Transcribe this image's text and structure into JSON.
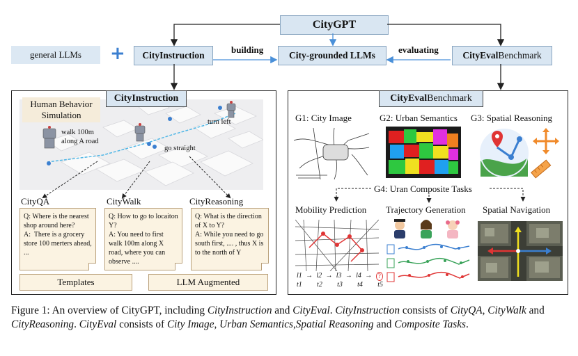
{
  "top": {
    "citygpt": "CityGPT",
    "general_llms": "general LLMs",
    "plus": "+",
    "city_instruction": "CityInstruction",
    "building": "building",
    "city_grounded": "City-grounded LLMs",
    "evaluating": "evaluating",
    "city_eval_bold": "CityEval",
    "city_eval_rest": " Benchmark"
  },
  "left_panel": {
    "title": "CityInstruction",
    "sim_title_1": "Human Behavior",
    "sim_title_2": "Simulation",
    "walk": "walk 100m\nalong A road",
    "go_straight": "go straight",
    "turn_left": "turn left",
    "cards": [
      {
        "label": "CityQA",
        "text": "Q: Where is the nearest shop around here?\nA:  There is a grocery store 100 merters ahead, ..."
      },
      {
        "label": "CityWalk",
        "text": "Q: How to go to locaiton Y?\nA: You need to first walk 100m along X road, where you can observe ...."
      },
      {
        "label": "CityReasoning",
        "text": "Q: What is the direction of X to Y?\nA: While you need to go south first, .... , thus X is to the north of Y"
      }
    ],
    "templates": "Templates",
    "llm_augmented": "LLM Augmented"
  },
  "right_panel": {
    "title_bold": "CityEval",
    "title_rest": " Benchmark",
    "g1": "G1: City Image",
    "g2": "G2: Urban Semantics",
    "g3": "G3: Spatial Reasoning",
    "g4": "G4: Uran Composite Tasks",
    "mobility": "Mobility Prediction",
    "trajectory": "Trajectory Generation",
    "navigation": "Spatial Navigation",
    "seq_top": [
      "l1",
      "l2",
      "l3",
      "l4",
      "?"
    ],
    "seq_bottom": [
      "t1",
      "t2",
      "t3",
      "t4",
      "t5"
    ]
  },
  "caption": {
    "p1": "Figure 1: An overview of CityGPT, including ",
    "i1": "CityInstruction",
    "p2": " and ",
    "i2": "CityEval",
    "p3": ". ",
    "i3": "CityInstruction",
    "p4": " consists of ",
    "i4": "CityQA",
    "p5": ", ",
    "i5": "CityWalk",
    "p6": " and ",
    "i6": "CityReasoning",
    "p7": ". ",
    "i7": "CityEval",
    "p8": " consists of ",
    "i8": "City Image",
    "p9": ", ",
    "i9": "Urban Semantics",
    "p10": ",",
    "i10": "Spatial Reasoning",
    "p11": " and ",
    "i11": "Composite Tasks",
    "p12": "."
  },
  "colors": {
    "box_blue": "#d9e6f2",
    "card_cream": "#fbf3e2",
    "arrow_blue": "#4a90d9",
    "plus_blue": "#3b7fd0"
  }
}
